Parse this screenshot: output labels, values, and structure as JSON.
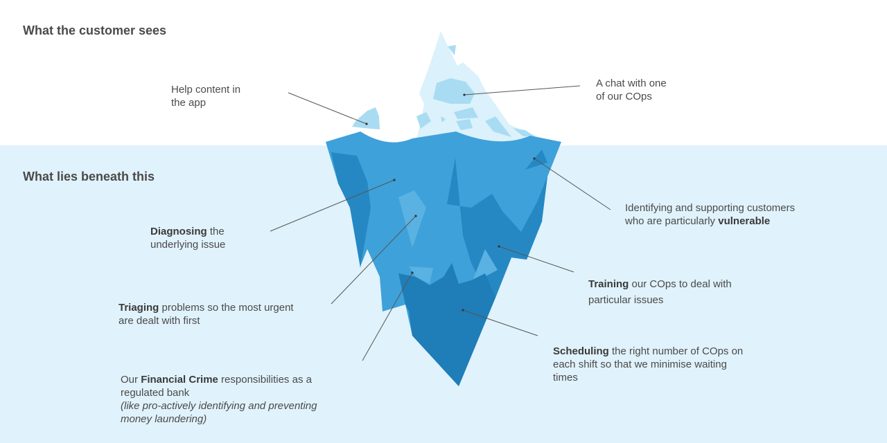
{
  "headings": {
    "above": "What the customer sees",
    "below": "What lies beneath this"
  },
  "labels": {
    "help": {
      "line1": "Help content in",
      "line2": "the app"
    },
    "chat": {
      "line1": "A chat with one",
      "line2": "of our COps"
    },
    "vulnerable": {
      "line1": "Identifying and supporting customers",
      "line2_pre": "who are particularly ",
      "line2_bold": "vulnerable"
    },
    "diagnosing": {
      "bold": "Diagnosing",
      "rest": " the",
      "line2": "underlying issue"
    },
    "training": {
      "bold": "Training",
      "rest": " our COps to deal with",
      "line2": "particular issues"
    },
    "triaging": {
      "bold": "Triaging",
      "rest": " problems so the most urgent",
      "line2": "are dealt with first"
    },
    "scheduling": {
      "bold": "Scheduling",
      "rest": " the right number of COps on",
      "line2": "each shift so that we minimise waiting",
      "line3": "times"
    },
    "financial": {
      "pre": "Our ",
      "bold": "Financial Crime",
      "rest": " responsibilities as a",
      "line2": "regulated bank",
      "line3": "(like pro-actively identifying and preventing",
      "line4": "money laundering)"
    }
  },
  "colors": {
    "water": "#e0f2fb",
    "ice_tip_light": "#dbf1fb",
    "ice_tip_mid": "#a9dcf2",
    "ice_body": "#3ea1da",
    "ice_shadow": "#2588c3",
    "ice_deep": "#1f7db8",
    "leader": "#555555"
  }
}
